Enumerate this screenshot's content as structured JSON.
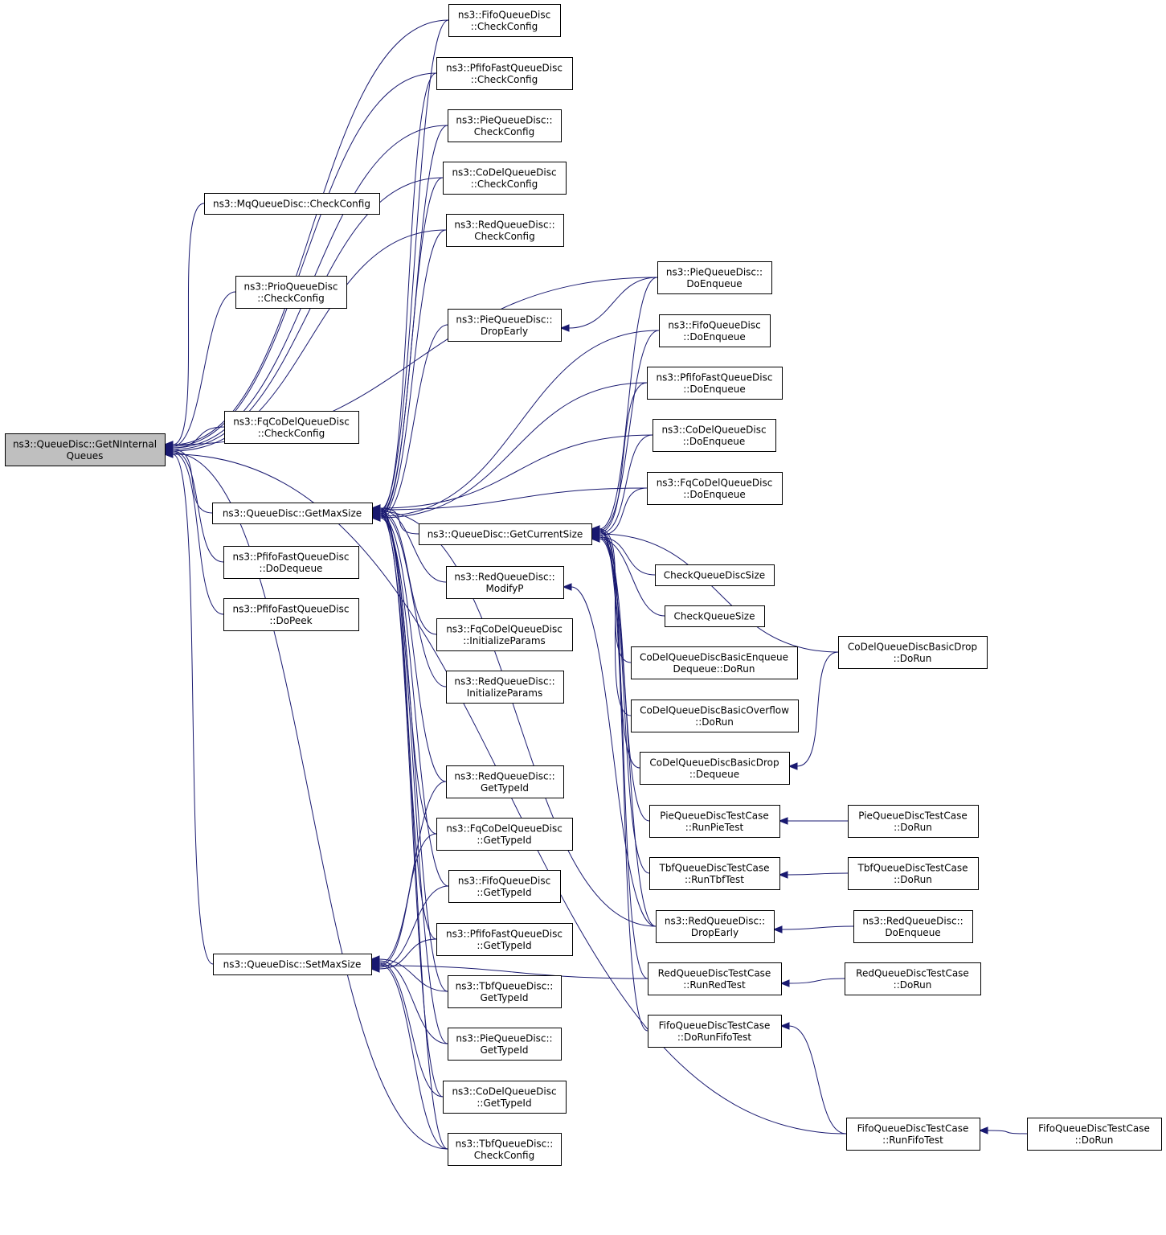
{
  "graph": {
    "colors": {
      "edge": "#191970",
      "focus_fill": "#bfbfbf",
      "node_fill": "#ffffff",
      "border": "#000000"
    },
    "nodes": [
      {
        "id": "getn",
        "lines": [
          "ns3::QueueDisc::GetNInternal",
          "Queues"
        ],
        "focus": true
      },
      {
        "id": "mqcc",
        "lines": [
          "ns3::MqQueueDisc::CheckConfig"
        ]
      },
      {
        "id": "priocc",
        "lines": [
          "ns3::PrioQueueDisc",
          "::CheckConfig"
        ]
      },
      {
        "id": "fqcodelcc",
        "lines": [
          "ns3::FqCoDelQueueDisc",
          "::CheckConfig"
        ]
      },
      {
        "id": "getmax",
        "lines": [
          "ns3::QueueDisc::GetMaxSize"
        ]
      },
      {
        "id": "pfdeq",
        "lines": [
          "ns3::PfifoFastQueueDisc",
          "::DoDequeue"
        ]
      },
      {
        "id": "pfpeek",
        "lines": [
          "ns3::PfifoFastQueueDisc",
          "::DoPeek"
        ]
      },
      {
        "id": "setmax",
        "lines": [
          "ns3::QueueDisc::SetMaxSize"
        ]
      },
      {
        "id": "fifocc",
        "lines": [
          "ns3::FifoQueueDisc",
          "::CheckConfig"
        ]
      },
      {
        "id": "pfcc",
        "lines": [
          "ns3::PfifoFastQueueDisc",
          "::CheckConfig"
        ]
      },
      {
        "id": "piecc",
        "lines": [
          "ns3::PieQueueDisc::",
          "CheckConfig"
        ]
      },
      {
        "id": "codelcc",
        "lines": [
          "ns3::CoDelQueueDisc",
          "::CheckConfig"
        ]
      },
      {
        "id": "redcc",
        "lines": [
          "ns3::RedQueueDisc::",
          "CheckConfig"
        ]
      },
      {
        "id": "piedrop",
        "lines": [
          "ns3::PieQueueDisc::",
          "DropEarly"
        ]
      },
      {
        "id": "getcur",
        "lines": [
          "ns3::QueueDisc::GetCurrentSize"
        ]
      },
      {
        "id": "redmod",
        "lines": [
          "ns3::RedQueueDisc::",
          "ModifyP"
        ]
      },
      {
        "id": "fqinit",
        "lines": [
          "ns3::FqCoDelQueueDisc",
          "::InitializeParams"
        ]
      },
      {
        "id": "redinit",
        "lines": [
          "ns3::RedQueueDisc::",
          "InitializeParams"
        ]
      },
      {
        "id": "redtid",
        "lines": [
          "ns3::RedQueueDisc::",
          "GetTypeId"
        ]
      },
      {
        "id": "fqtid",
        "lines": [
          "ns3::FqCoDelQueueDisc",
          "::GetTypeId"
        ]
      },
      {
        "id": "fifotid",
        "lines": [
          "ns3::FifoQueueDisc",
          "::GetTypeId"
        ]
      },
      {
        "id": "pftid",
        "lines": [
          "ns3::PfifoFastQueueDisc",
          "::GetTypeId"
        ]
      },
      {
        "id": "tbftid",
        "lines": [
          "ns3::TbfQueueDisc::",
          "GetTypeId"
        ]
      },
      {
        "id": "pietid",
        "lines": [
          "ns3::PieQueueDisc::",
          "GetTypeId"
        ]
      },
      {
        "id": "codeltid",
        "lines": [
          "ns3::CoDelQueueDisc",
          "::GetTypeId"
        ]
      },
      {
        "id": "tbfcc",
        "lines": [
          "ns3::TbfQueueDisc::",
          "CheckConfig"
        ]
      },
      {
        "id": "pieenq",
        "lines": [
          "ns3::PieQueueDisc::",
          "DoEnqueue"
        ]
      },
      {
        "id": "fifoenq",
        "lines": [
          "ns3::FifoQueueDisc",
          "::DoEnqueue"
        ]
      },
      {
        "id": "pfenq",
        "lines": [
          "ns3::PfifoFastQueueDisc",
          "::DoEnqueue"
        ]
      },
      {
        "id": "codelenq",
        "lines": [
          "ns3::CoDelQueueDisc",
          "::DoEnqueue"
        ]
      },
      {
        "id": "fqenq",
        "lines": [
          "ns3::FqCoDelQueueDisc",
          "::DoEnqueue"
        ]
      },
      {
        "id": "cqds",
        "lines": [
          "CheckQueueDiscSize"
        ]
      },
      {
        "id": "cqs",
        "lines": [
          "CheckQueueSize"
        ]
      },
      {
        "id": "cbed",
        "lines": [
          "CoDelQueueDiscBasicEnqueue",
          "Dequeue::DoRun"
        ]
      },
      {
        "id": "cbo",
        "lines": [
          "CoDelQueueDiscBasicOverflow",
          "::DoRun"
        ]
      },
      {
        "id": "cbddeq",
        "lines": [
          "CoDelQueueDiscBasicDrop",
          "::Dequeue"
        ]
      },
      {
        "id": "cbdrun",
        "lines": [
          "CoDelQueueDiscBasicDrop",
          "::DoRun"
        ]
      },
      {
        "id": "pierun",
        "lines": [
          "PieQueueDiscTestCase",
          "::RunPieTest"
        ]
      },
      {
        "id": "tbfrun",
        "lines": [
          "TbfQueueDiscTestCase",
          "::RunTbfTest"
        ]
      },
      {
        "id": "reddrop",
        "lines": [
          "ns3::RedQueueDisc::",
          "DropEarly"
        ]
      },
      {
        "id": "redrun",
        "lines": [
          "RedQueueDiscTestCase",
          "::RunRedTest"
        ]
      },
      {
        "id": "fifodorun",
        "lines": [
          "FifoQueueDiscTestCase",
          "::DoRunFifoTest"
        ]
      },
      {
        "id": "piedo",
        "lines": [
          "PieQueueDiscTestCase",
          "::DoRun"
        ]
      },
      {
        "id": "tbfdo",
        "lines": [
          "TbfQueueDiscTestCase",
          "::DoRun"
        ]
      },
      {
        "id": "redenq",
        "lines": [
          "ns3::RedQueueDisc::",
          "DoEnqueue"
        ]
      },
      {
        "id": "reddo",
        "lines": [
          "RedQueueDiscTestCase",
          "::DoRun"
        ]
      },
      {
        "id": "fiforun",
        "lines": [
          "FifoQueueDiscTestCase",
          "::RunFifoTest"
        ]
      },
      {
        "id": "fifodo",
        "lines": [
          "FifoQueueDiscTestCase",
          "::DoRun"
        ]
      }
    ],
    "edges": [
      [
        "mqcc",
        "getn"
      ],
      [
        "priocc",
        "getn"
      ],
      [
        "fqcodelcc",
        "getn"
      ],
      [
        "getmax",
        "getn"
      ],
      [
        "pfdeq",
        "getn"
      ],
      [
        "pfpeek",
        "getn"
      ],
      [
        "setmax",
        "getn"
      ],
      [
        "fifocc",
        "getn"
      ],
      [
        "pfcc",
        "getn"
      ],
      [
        "piecc",
        "getn"
      ],
      [
        "codelcc",
        "getn"
      ],
      [
        "redcc",
        "getn"
      ],
      [
        "tbfcc",
        "getn"
      ],
      [
        "fiforun",
        "getn"
      ],
      [
        "pieenq",
        "getn"
      ],
      [
        "fifocc",
        "getmax"
      ],
      [
        "pfcc",
        "getmax"
      ],
      [
        "piecc",
        "getmax"
      ],
      [
        "codelcc",
        "getmax"
      ],
      [
        "redcc",
        "getmax"
      ],
      [
        "piedrop",
        "getmax"
      ],
      [
        "getcur",
        "getmax"
      ],
      [
        "redmod",
        "getmax"
      ],
      [
        "fqinit",
        "getmax"
      ],
      [
        "redinit",
        "getmax"
      ],
      [
        "redtid",
        "getmax"
      ],
      [
        "fqtid",
        "getmax"
      ],
      [
        "fifotid",
        "getmax"
      ],
      [
        "pftid",
        "getmax"
      ],
      [
        "tbftid",
        "getmax"
      ],
      [
        "pietid",
        "getmax"
      ],
      [
        "codeltid",
        "getmax"
      ],
      [
        "tbfcc",
        "getmax"
      ],
      [
        "fifoenq",
        "getmax"
      ],
      [
        "pfenq",
        "getmax"
      ],
      [
        "codelenq",
        "getmax"
      ],
      [
        "fqenq",
        "getmax"
      ],
      [
        "reddrop",
        "getmax"
      ],
      [
        "redtid",
        "setmax"
      ],
      [
        "fqtid",
        "setmax"
      ],
      [
        "fifotid",
        "setmax"
      ],
      [
        "pftid",
        "setmax"
      ],
      [
        "tbftid",
        "setmax"
      ],
      [
        "pietid",
        "setmax"
      ],
      [
        "codeltid",
        "setmax"
      ],
      [
        "tbfcc",
        "setmax"
      ],
      [
        "redrun",
        "setmax"
      ],
      [
        "pieenq",
        "piedrop"
      ],
      [
        "reddrop",
        "redmod"
      ],
      [
        "pieenq",
        "getcur"
      ],
      [
        "fifoenq",
        "getcur"
      ],
      [
        "pfenq",
        "getcur"
      ],
      [
        "codelenq",
        "getcur"
      ],
      [
        "fqenq",
        "getcur"
      ],
      [
        "cqds",
        "getcur"
      ],
      [
        "cqs",
        "getcur"
      ],
      [
        "cbed",
        "getcur"
      ],
      [
        "cbo",
        "getcur"
      ],
      [
        "cbddeq",
        "getcur"
      ],
      [
        "cbdrun",
        "getcur"
      ],
      [
        "pierun",
        "getcur"
      ],
      [
        "tbfrun",
        "getcur"
      ],
      [
        "reddrop",
        "getcur"
      ],
      [
        "redrun",
        "getcur"
      ],
      [
        "fifodorun",
        "getcur"
      ],
      [
        "cbdrun",
        "cbddeq"
      ],
      [
        "piedo",
        "pierun"
      ],
      [
        "tbfdo",
        "tbfrun"
      ],
      [
        "redenq",
        "reddrop"
      ],
      [
        "reddo",
        "redrun"
      ],
      [
        "fiforun",
        "fifodorun"
      ],
      [
        "fifodo",
        "fiforun"
      ]
    ]
  }
}
